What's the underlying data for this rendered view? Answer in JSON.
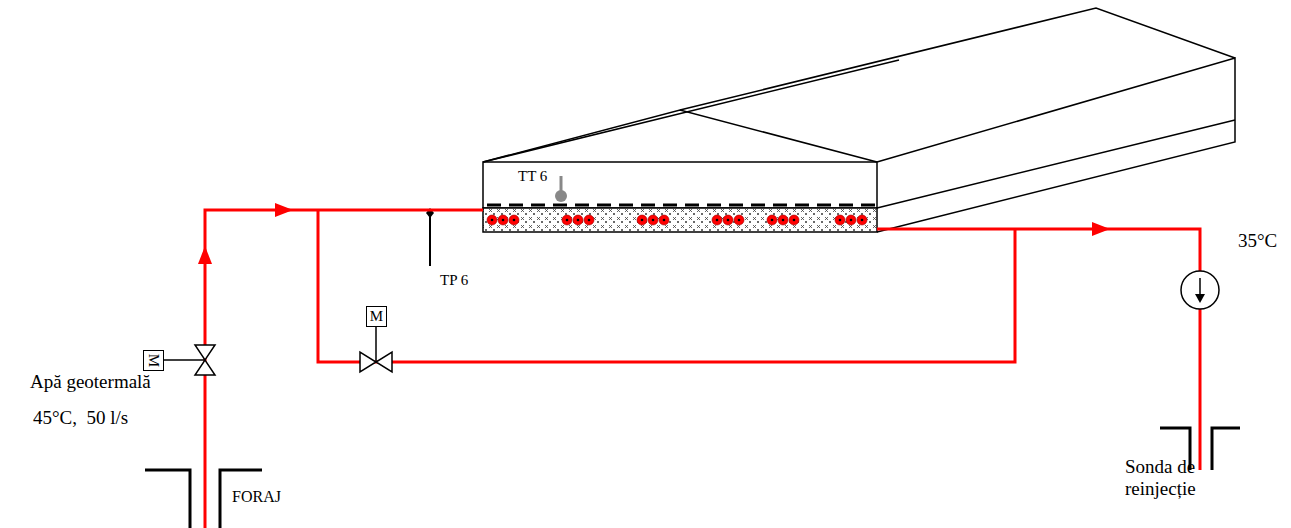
{
  "diagram": {
    "nodes": [
      {
        "text": [
          "M"
        ]
      },
      {
        "text": [
          "M"
        ]
      }
    ],
    "labels": [
      "TT 6",
      "TP 6",
      "35°C",
      "Apă geotermală",
      "45°C,  50 l/s",
      "FORAJ",
      "Sonda de reinjecție"
    ]
  }
}
